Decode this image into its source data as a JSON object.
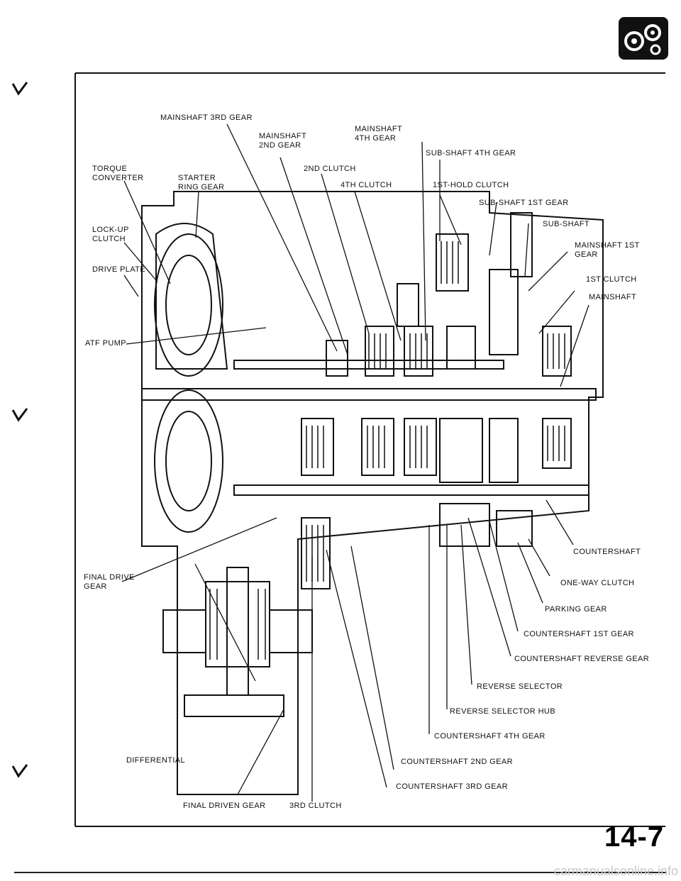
{
  "page_number": "14-7",
  "watermark": "carmanualsonline.info",
  "logo_icon": "transmission-gears-icon",
  "labels": {
    "mainshaft_3rd_gear": "MAINSHAFT 3RD GEAR",
    "mainshaft_4th_gear_1": "MAINSHAFT",
    "mainshaft_4th_gear_2": "4TH GEAR",
    "mainshaft_2nd_gear_1": "MAINSHAFT",
    "mainshaft_2nd_gear_2": "2ND GEAR",
    "sub_shaft_4th_gear": "SUB-SHAFT 4TH GEAR",
    "torque_converter_1": "TORQUE",
    "torque_converter_2": "CONVERTER",
    "starter_ring_gear_1": "STARTER",
    "starter_ring_gear_2": "RING GEAR",
    "clutch_2nd": "2ND CLUTCH",
    "clutch_4th": "4TH CLUTCH",
    "clutch_1st_hold": "1ST-HOLD CLUTCH",
    "sub_shaft_1st_gear": "SUB-SHAFT 1ST GEAR",
    "sub_shaft": "SUB-SHAFT",
    "lock_up_clutch_1": "LOCK-UP",
    "lock_up_clutch_2": "CLUTCH",
    "mainshaft_1st_gear_1": "MAINSHAFT 1ST",
    "mainshaft_1st_gear_2": "GEAR",
    "drive_plate": "DRIVE PLATE",
    "clutch_1st": "1ST CLUTCH",
    "mainshaft": "MAINSHAFT",
    "atf_pump": "ATF PUMP",
    "countershaft": "COUNTERSHAFT",
    "final_drive_gear_1": "FINAL DRIVE",
    "final_drive_gear_2": "GEAR",
    "one_way_clutch": "ONE-WAY CLUTCH",
    "parking_gear": "PARKING GEAR",
    "countershaft_1st_gear": "COUNTERSHAFT 1ST GEAR",
    "countershaft_reverse_gear": "COUNTERSHAFT REVERSE GEAR",
    "reverse_selector": "REVERSE SELECTOR",
    "reverse_selector_hub": "REVERSE SELECTOR HUB",
    "countershaft_4th_gear": "COUNTERSHAFT 4TH GEAR",
    "differential": "DIFFERENTIAL",
    "countershaft_2nd_gear": "COUNTERSHAFT 2ND GEAR",
    "countershaft_3rd_gear": "COUNTERSHAFT 3RD GEAR",
    "final_driven_gear": "FINAL DRIVEN GEAR",
    "clutch_3rd": "3RD CLUTCH"
  }
}
